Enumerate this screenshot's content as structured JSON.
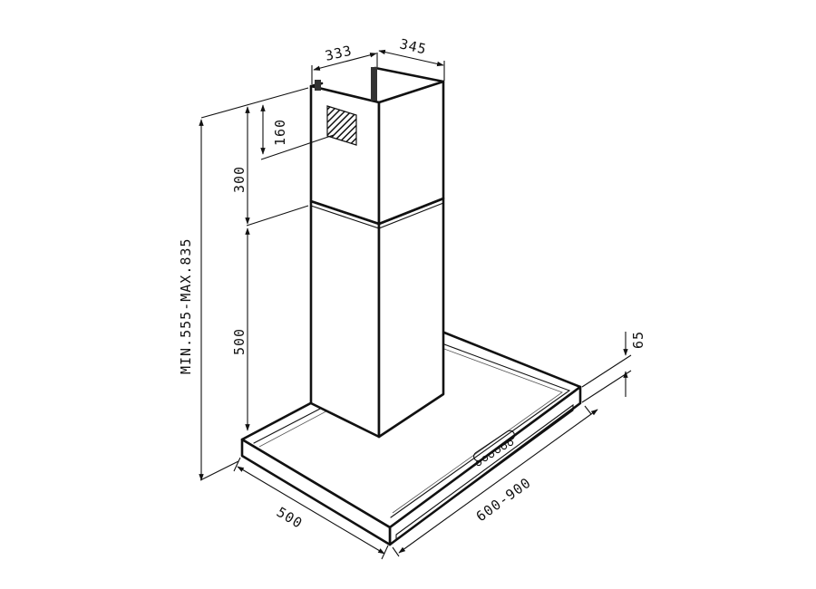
{
  "dimensions": {
    "chimney_depth": "333",
    "chimney_width": "345",
    "outlet_offset": "160",
    "upper_section": "300",
    "lower_section": "500",
    "total_height": "MIN.555-MAX.835",
    "canopy_height": "65",
    "hood_depth": "500",
    "hood_width": "600-900"
  },
  "colors": {
    "line": "#111111",
    "background": "#ffffff"
  },
  "icons": {
    "outlet": "air-outlet-grille-icon",
    "controls": "control-buttons-icon"
  }
}
